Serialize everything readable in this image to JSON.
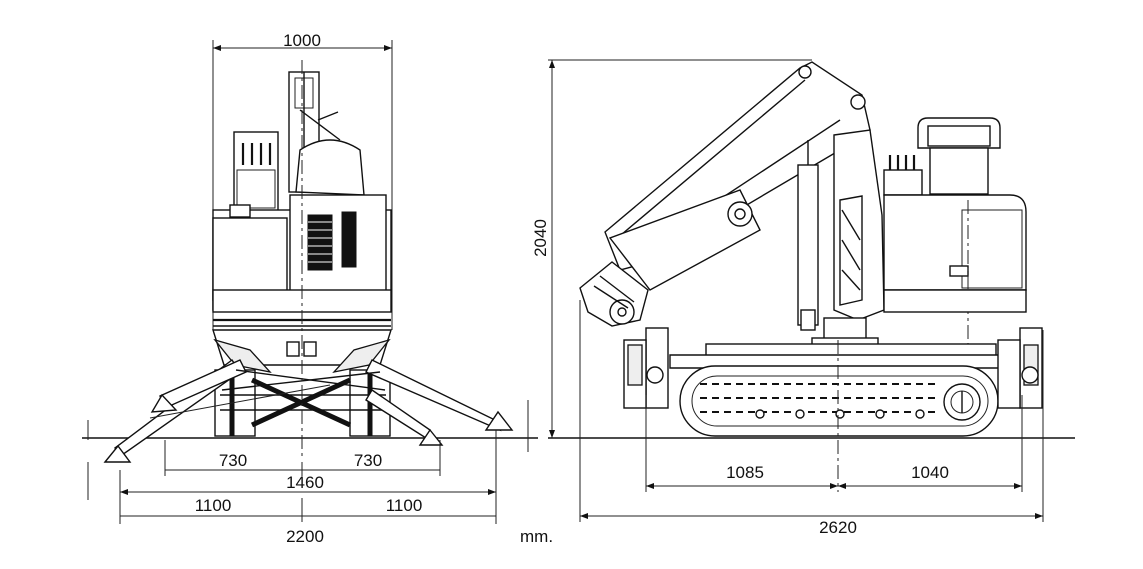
{
  "front_view": {
    "width_top": "1000",
    "half_track_left": "730",
    "half_track_right": "730",
    "track_total": "1460",
    "outrigger_half_left": "1100",
    "outrigger_half_right": "1100",
    "outrigger_total": "2200"
  },
  "side_view": {
    "height": "2040",
    "front_to_center": "1085",
    "center_to_rear": "1040",
    "overall_length": "2620"
  },
  "unit": "mm."
}
